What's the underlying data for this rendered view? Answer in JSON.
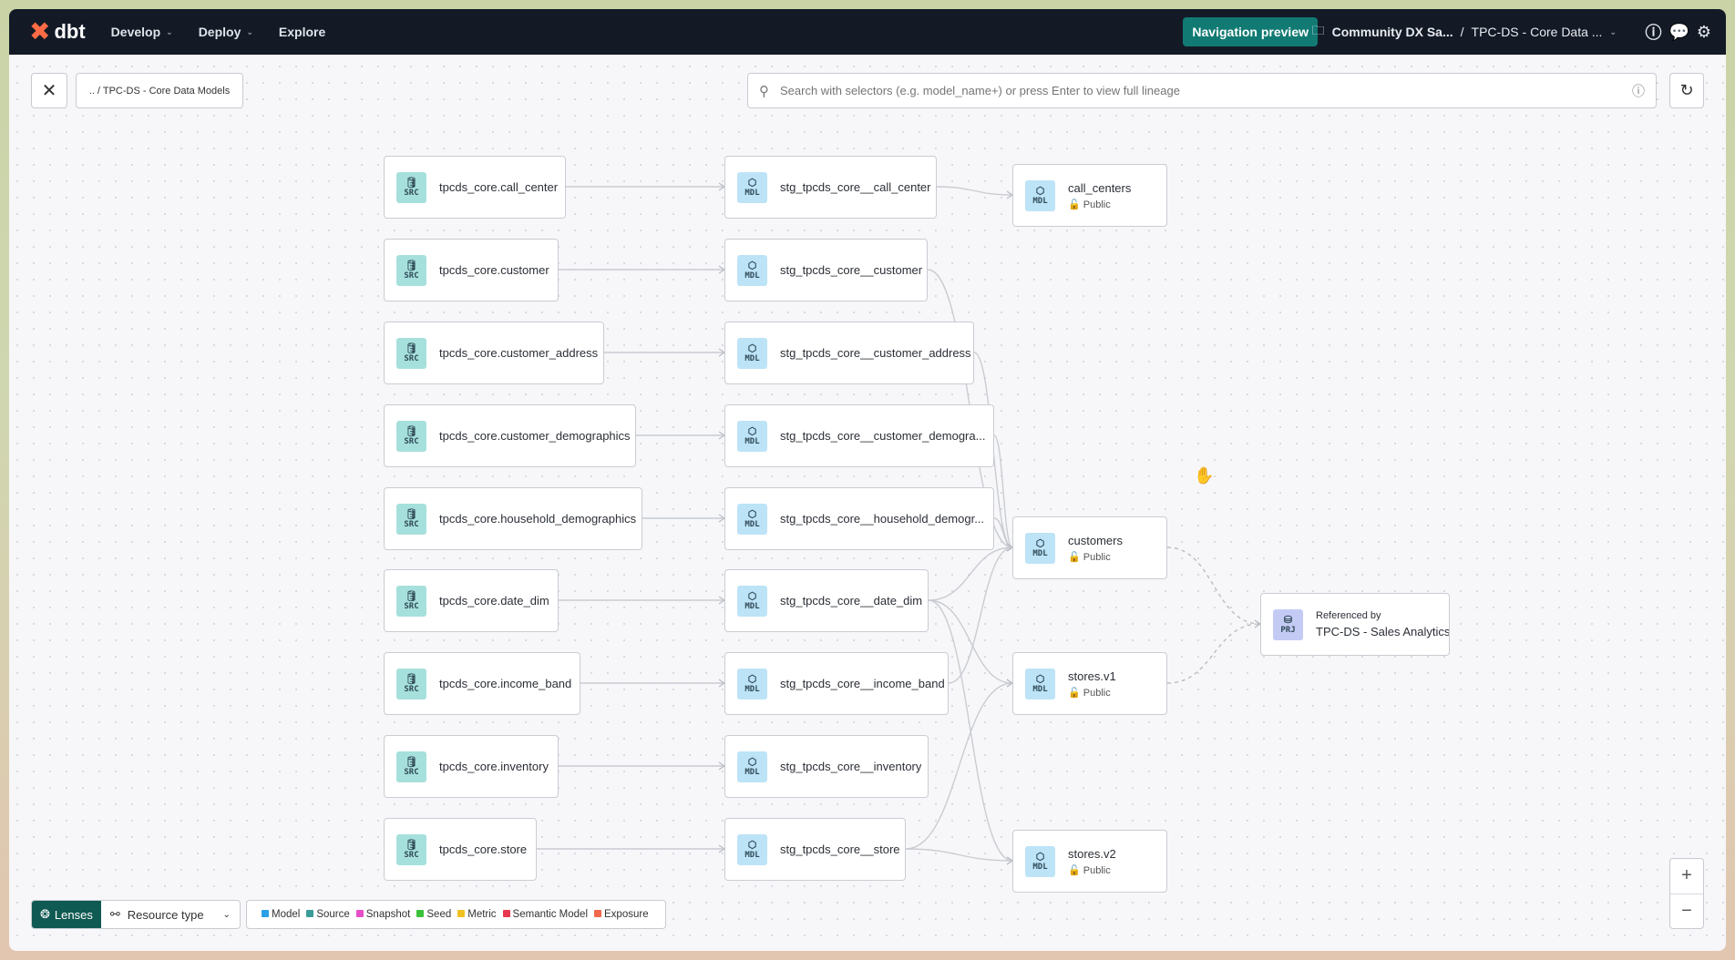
{
  "nav": {
    "logo": "dbt",
    "items": [
      {
        "label": "Develop",
        "dropdown": true
      },
      {
        "label": "Deploy",
        "dropdown": true
      },
      {
        "label": "Explore",
        "dropdown": false
      }
    ],
    "preview_button": "Navigation preview",
    "account": "Community DX Sa...",
    "separator": "/",
    "project": "TPC-DS - Core Data ...",
    "icons": [
      "folder-icon",
      "help-icon",
      "feedback-icon",
      "gear-icon"
    ]
  },
  "toolbar": {
    "breadcrumb": ".. / TPC-DS - Core Data Models",
    "search_placeholder": "Search with selectors (e.g. model_name+) or press Enter to view full lineage",
    "search_value": ""
  },
  "graph": {
    "sources": [
      {
        "id": "s0",
        "name": "tpcds_core.call_center"
      },
      {
        "id": "s1",
        "name": "tpcds_core.customer"
      },
      {
        "id": "s2",
        "name": "tpcds_core.customer_address"
      },
      {
        "id": "s3",
        "name": "tpcds_core.customer_demographics"
      },
      {
        "id": "s4",
        "name": "tpcds_core.household_demographics"
      },
      {
        "id": "s5",
        "name": "tpcds_core.date_dim"
      },
      {
        "id": "s6",
        "name": "tpcds_core.income_band"
      },
      {
        "id": "s7",
        "name": "tpcds_core.inventory"
      },
      {
        "id": "s8",
        "name": "tpcds_core.store"
      }
    ],
    "staging": [
      {
        "id": "m0",
        "name": "stg_tpcds_core__call_center"
      },
      {
        "id": "m1",
        "name": "stg_tpcds_core__customer"
      },
      {
        "id": "m2",
        "name": "stg_tpcds_core__customer_address"
      },
      {
        "id": "m3",
        "name": "stg_tpcds_core__customer_demogra..."
      },
      {
        "id": "m4",
        "name": "stg_tpcds_core__household_demogr..."
      },
      {
        "id": "m5",
        "name": "stg_tpcds_core__date_dim"
      },
      {
        "id": "m6",
        "name": "stg_tpcds_core__income_band"
      },
      {
        "id": "m7",
        "name": "stg_tpcds_core__inventory"
      },
      {
        "id": "m8",
        "name": "stg_tpcds_core__store"
      }
    ],
    "marts": [
      {
        "id": "p0",
        "name": "call_centers",
        "access": "Public"
      },
      {
        "id": "p1",
        "name": "customers",
        "access": "Public"
      },
      {
        "id": "p2",
        "name": "stores.v1",
        "access": "Public"
      },
      {
        "id": "p3",
        "name": "stores.v2",
        "access": "Public"
      }
    ],
    "project": {
      "id": "x0",
      "caption": "Referenced by",
      "name": "TPC-DS - Sales Analytics"
    },
    "badges": {
      "source": "SRC",
      "model": "MDL",
      "project": "PRJ"
    },
    "edges": [
      [
        "s0",
        "m0"
      ],
      [
        "s1",
        "m1"
      ],
      [
        "s2",
        "m2"
      ],
      [
        "s3",
        "m3"
      ],
      [
        "s4",
        "m4"
      ],
      [
        "s5",
        "m5"
      ],
      [
        "s6",
        "m6"
      ],
      [
        "s7",
        "m7"
      ],
      [
        "s8",
        "m8"
      ],
      [
        "m0",
        "p0"
      ],
      [
        "m1",
        "p1"
      ],
      [
        "m2",
        "p1"
      ],
      [
        "m3",
        "p1"
      ],
      [
        "m4",
        "p1"
      ],
      [
        "m5",
        "p1"
      ],
      [
        "m6",
        "p1"
      ],
      [
        "m5",
        "p2"
      ],
      [
        "m8",
        "p2"
      ],
      [
        "m5",
        "p3"
      ],
      [
        "m8",
        "p3"
      ]
    ],
    "dashed_edges": [
      [
        "p1",
        "x0"
      ],
      [
        "p2",
        "x0"
      ]
    ]
  },
  "lenses": {
    "label": "Lenses",
    "resource_type": "Resource type"
  },
  "legend": [
    {
      "label": "Model",
      "color": "#2aa0e6"
    },
    {
      "label": "Source",
      "color": "#3a9c98"
    },
    {
      "label": "Snapshot",
      "color": "#e64fc8"
    },
    {
      "label": "Seed",
      "color": "#3cc23a"
    },
    {
      "label": "Metric",
      "color": "#f0c020"
    },
    {
      "label": "Semantic Model",
      "color": "#e8384f"
    },
    {
      "label": "Exposure",
      "color": "#f0674a"
    }
  ],
  "zoom": {
    "in": "+",
    "out": "−"
  }
}
